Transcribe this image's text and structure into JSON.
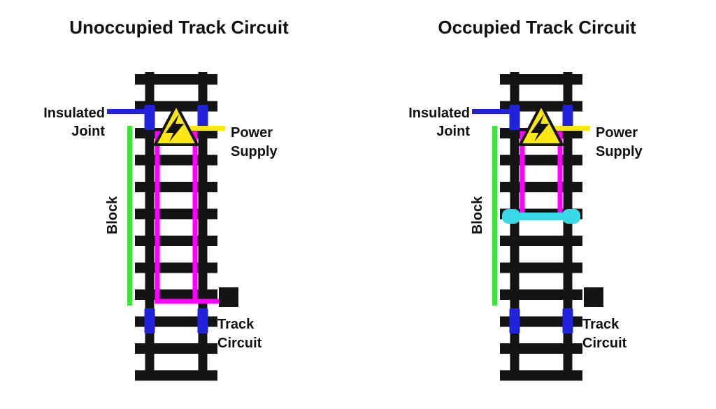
{
  "colors": {
    "background": "#ffffff",
    "rail": "#141414",
    "insulated_joint": "#2222dd",
    "power": "#ffe711",
    "circuit": "#ff00ff",
    "block": "#39e639",
    "axle": "#37d9e6",
    "text": "#111111"
  },
  "panels": [
    {
      "title": "Unoccupied Track Circuit",
      "state": "unoccupied"
    },
    {
      "title": "Occupied Track Circuit",
      "state": "occupied"
    }
  ],
  "labels": {
    "insulated_joint": [
      "Insulated",
      "Joint"
    ],
    "power_supply": [
      "Power",
      "Supply"
    ],
    "block": "Block",
    "track_circuit": [
      "Track",
      "Circuit"
    ]
  }
}
